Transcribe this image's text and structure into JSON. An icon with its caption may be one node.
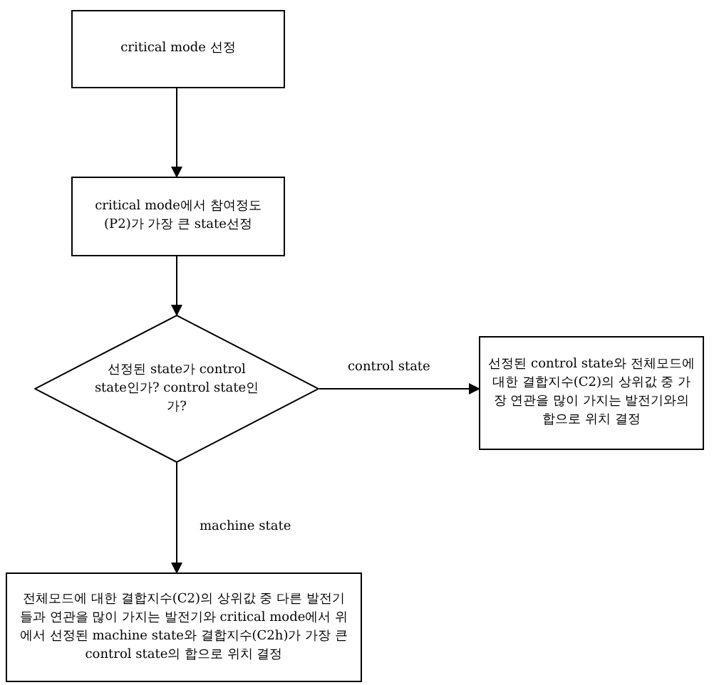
{
  "diagram": {
    "nodes": [
      {
        "text": [
          "critical mode 선정"
        ]
      },
      {
        "text": [
          "critical mode에서 참여정도 (P2)가 가장 큰 state선정"
        ]
      },
      {
        "text": [
          "선정된 state가 control state인가? control state인가?"
        ]
      },
      {
        "text": [
          "선정된 control state와 전체모드에 대한 결합지수(C2)의 상위값 중 가장 연관을 많이 가지는 발전기와의 합으로 위치 결정"
        ]
      },
      {
        "text": [
          "전체모드에 대한 결합지수(C2)의 상위값 중 다른 발전기들과 연관을 많이 가지는 발전기와 critical mode에서 위에서 선정된 machine state와 결합지수(C2h)가 가장 큰 control state의 합으로 위치 결정"
        ]
      }
    ],
    "edges": [
      {
        "from": 0,
        "to": 1,
        "arrow": "to"
      },
      {
        "from": 1,
        "to": 2,
        "arrow": "to"
      },
      {
        "from": 2,
        "to": 3,
        "arrow": "to",
        "label": "control state"
      },
      {
        "from": 2,
        "to": 4,
        "arrow": "to",
        "label": "machine state"
      }
    ]
  }
}
